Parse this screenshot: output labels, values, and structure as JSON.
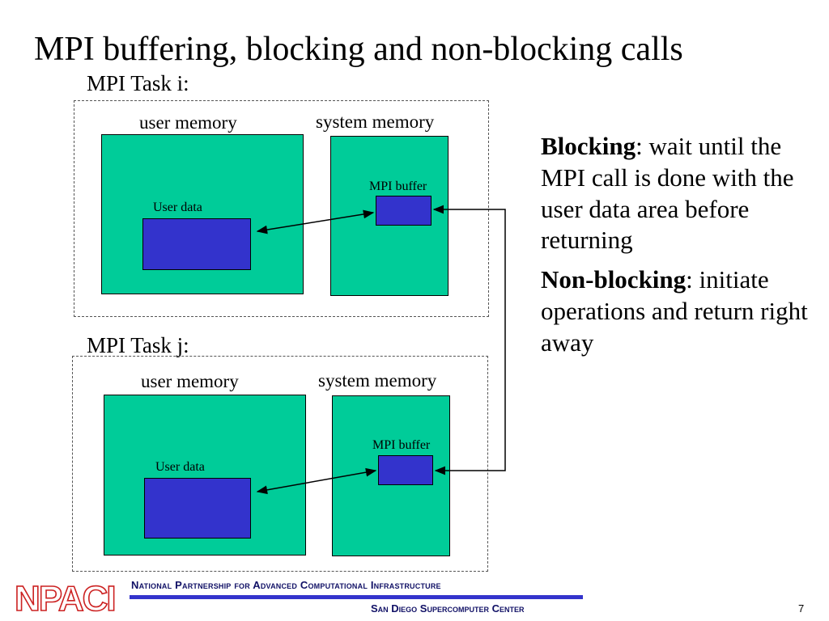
{
  "title": "MPI buffering, blocking and non-blocking calls",
  "task_i": {
    "label": "MPI Task i:",
    "user_memory": "user memory",
    "system_memory": "system memory",
    "user_data": "User data",
    "mpi_buffer": "MPI buffer"
  },
  "task_j": {
    "label": "MPI Task j:",
    "user_memory": "user memory",
    "system_memory": "system memory",
    "user_data": "User data",
    "mpi_buffer": "MPI buffer"
  },
  "blocking": {
    "term": "Blocking",
    "text": ": wait until the MPI call is done with the user data area before returning"
  },
  "nonblocking": {
    "term": "Non-blocking",
    "text": ": initiate operations and return right away"
  },
  "footer": {
    "logo_text": "NPACI",
    "org": "National Partnership for Advanced Computational Infrastructure",
    "center": "San Diego Supercomputer Center",
    "page": "7"
  },
  "colors": {
    "memory": "#00cc99",
    "data": "#3333cc",
    "footer": "#111166"
  }
}
